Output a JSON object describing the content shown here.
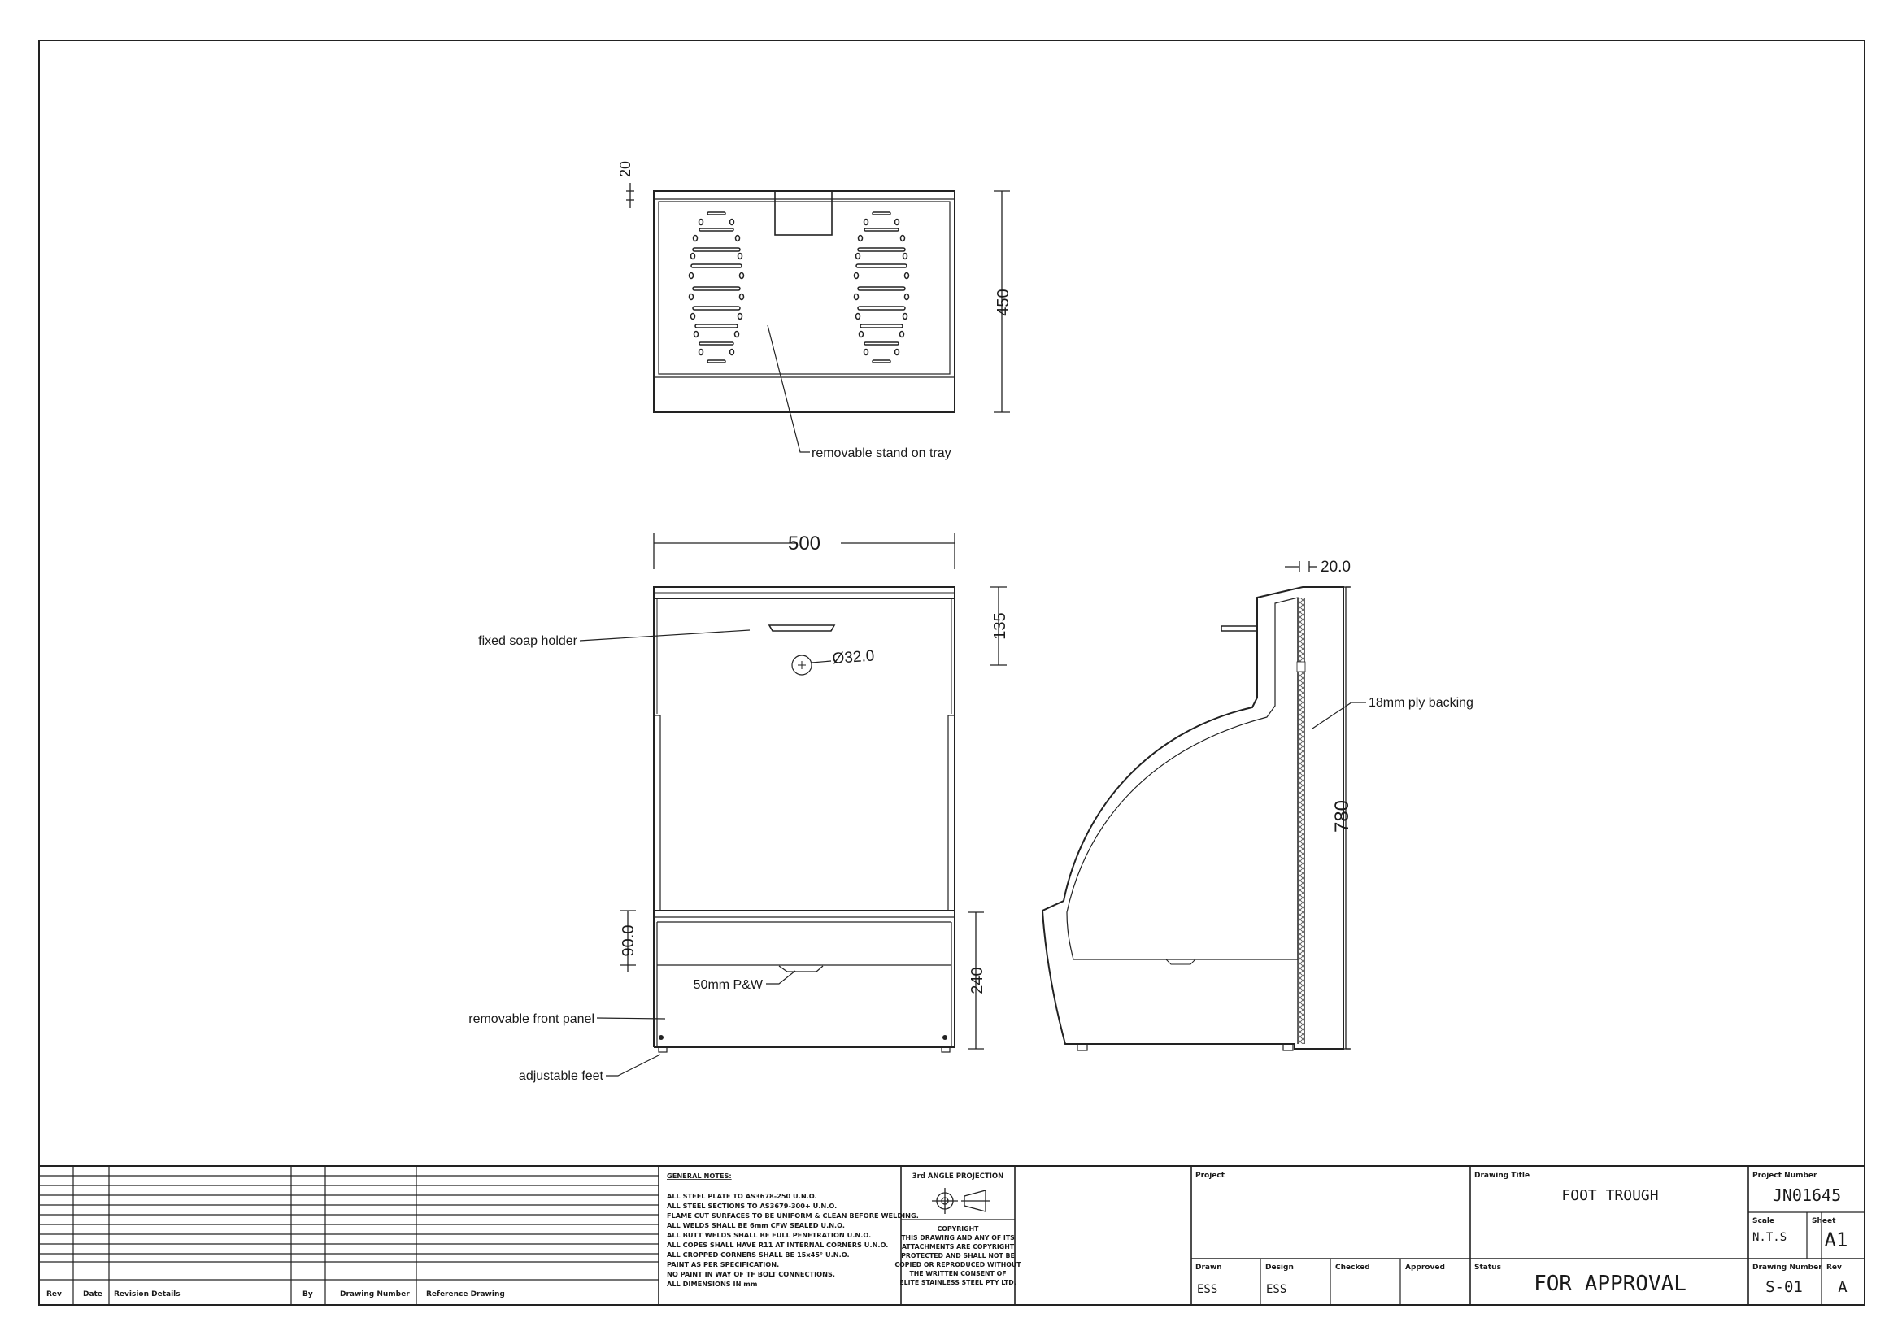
{
  "annotations": {
    "removable_stand": "removable stand on tray",
    "fixed_soap_holder": "fixed soap holder",
    "hole_dia": "Ø32.0",
    "ply_backing": "18mm ply backing",
    "pw": "50mm P&W",
    "front_panel": "removable front  panel",
    "feet": "adjustable feet"
  },
  "dimensions": {
    "top_20": "20",
    "top_450": "450",
    "front_500": "500",
    "front_135": "135",
    "front_90": "90.0",
    "front_240": "240",
    "side_20": "20.0",
    "side_780": "780"
  },
  "title_block": {
    "revision_headers": {
      "rev": "Rev",
      "date": "Date",
      "details": "Revision Details",
      "by": "By",
      "drawing_number": "Drawing Number",
      "reference": "Reference Drawing"
    },
    "general_notes_title": "GENERAL NOTES:",
    "general_notes": [
      "ALL STEEL PLATE TO AS3678-250 U.N.O.",
      "ALL STEEL SECTIONS TO AS3679-300+ U.N.O.",
      "FLAME CUT SURFACES TO BE UNIFORM & CLEAN BEFORE WELDING.",
      "ALL WELDS SHALL BE 6mm CFW SEALED U.N.O.",
      "ALL BUTT WELDS SHALL BE FULL PENETRATION U.N.O.",
      "ALL COPES SHALL HAVE R11 AT INTERNAL CORNERS U.N.O.",
      "ALL CROPPED CORNERS SHALL BE 15x45° U.N.O.",
      "PAINT AS PER SPECIFICATION.",
      "NO PAINT IN WAY OF TF BOLT CONNECTIONS.",
      "ALL DIMENSIONS IN mm"
    ],
    "projection": "3rd ANGLE PROJECTION",
    "copyright_title": "COPYRIGHT",
    "copyright_lines": [
      "THIS DRAWING AND ANY OF ITS",
      "ATTACHMENTS ARE COPYRIGHT",
      "PROTECTED AND SHALL NOT BE",
      "COPIED OR REPRODUCED WITHOUT",
      "THE WRITTEN CONSENT OF",
      "ELITE STAINLESS STEEL PTY LTD."
    ],
    "project_label": "Project",
    "drawing_title_label": "Drawing Title",
    "drawing_title": "FOOT TROUGH",
    "project_number_label": "Project Number",
    "project_number": "JN01645",
    "scale_label": "Scale",
    "scale": "N.T.S",
    "sheet_label": "Sheet",
    "sheet": "A1",
    "drawn_label": "Drawn",
    "drawn": "ESS",
    "design_label": "Design",
    "design": "ESS",
    "checked_label": "Checked",
    "approved_label": "Approved",
    "status_label": "Status",
    "status": "FOR APPROVAL",
    "drawing_number_label": "Drawing Number",
    "drawing_number": "S-01",
    "rev_label": "Rev",
    "rev": "A"
  }
}
